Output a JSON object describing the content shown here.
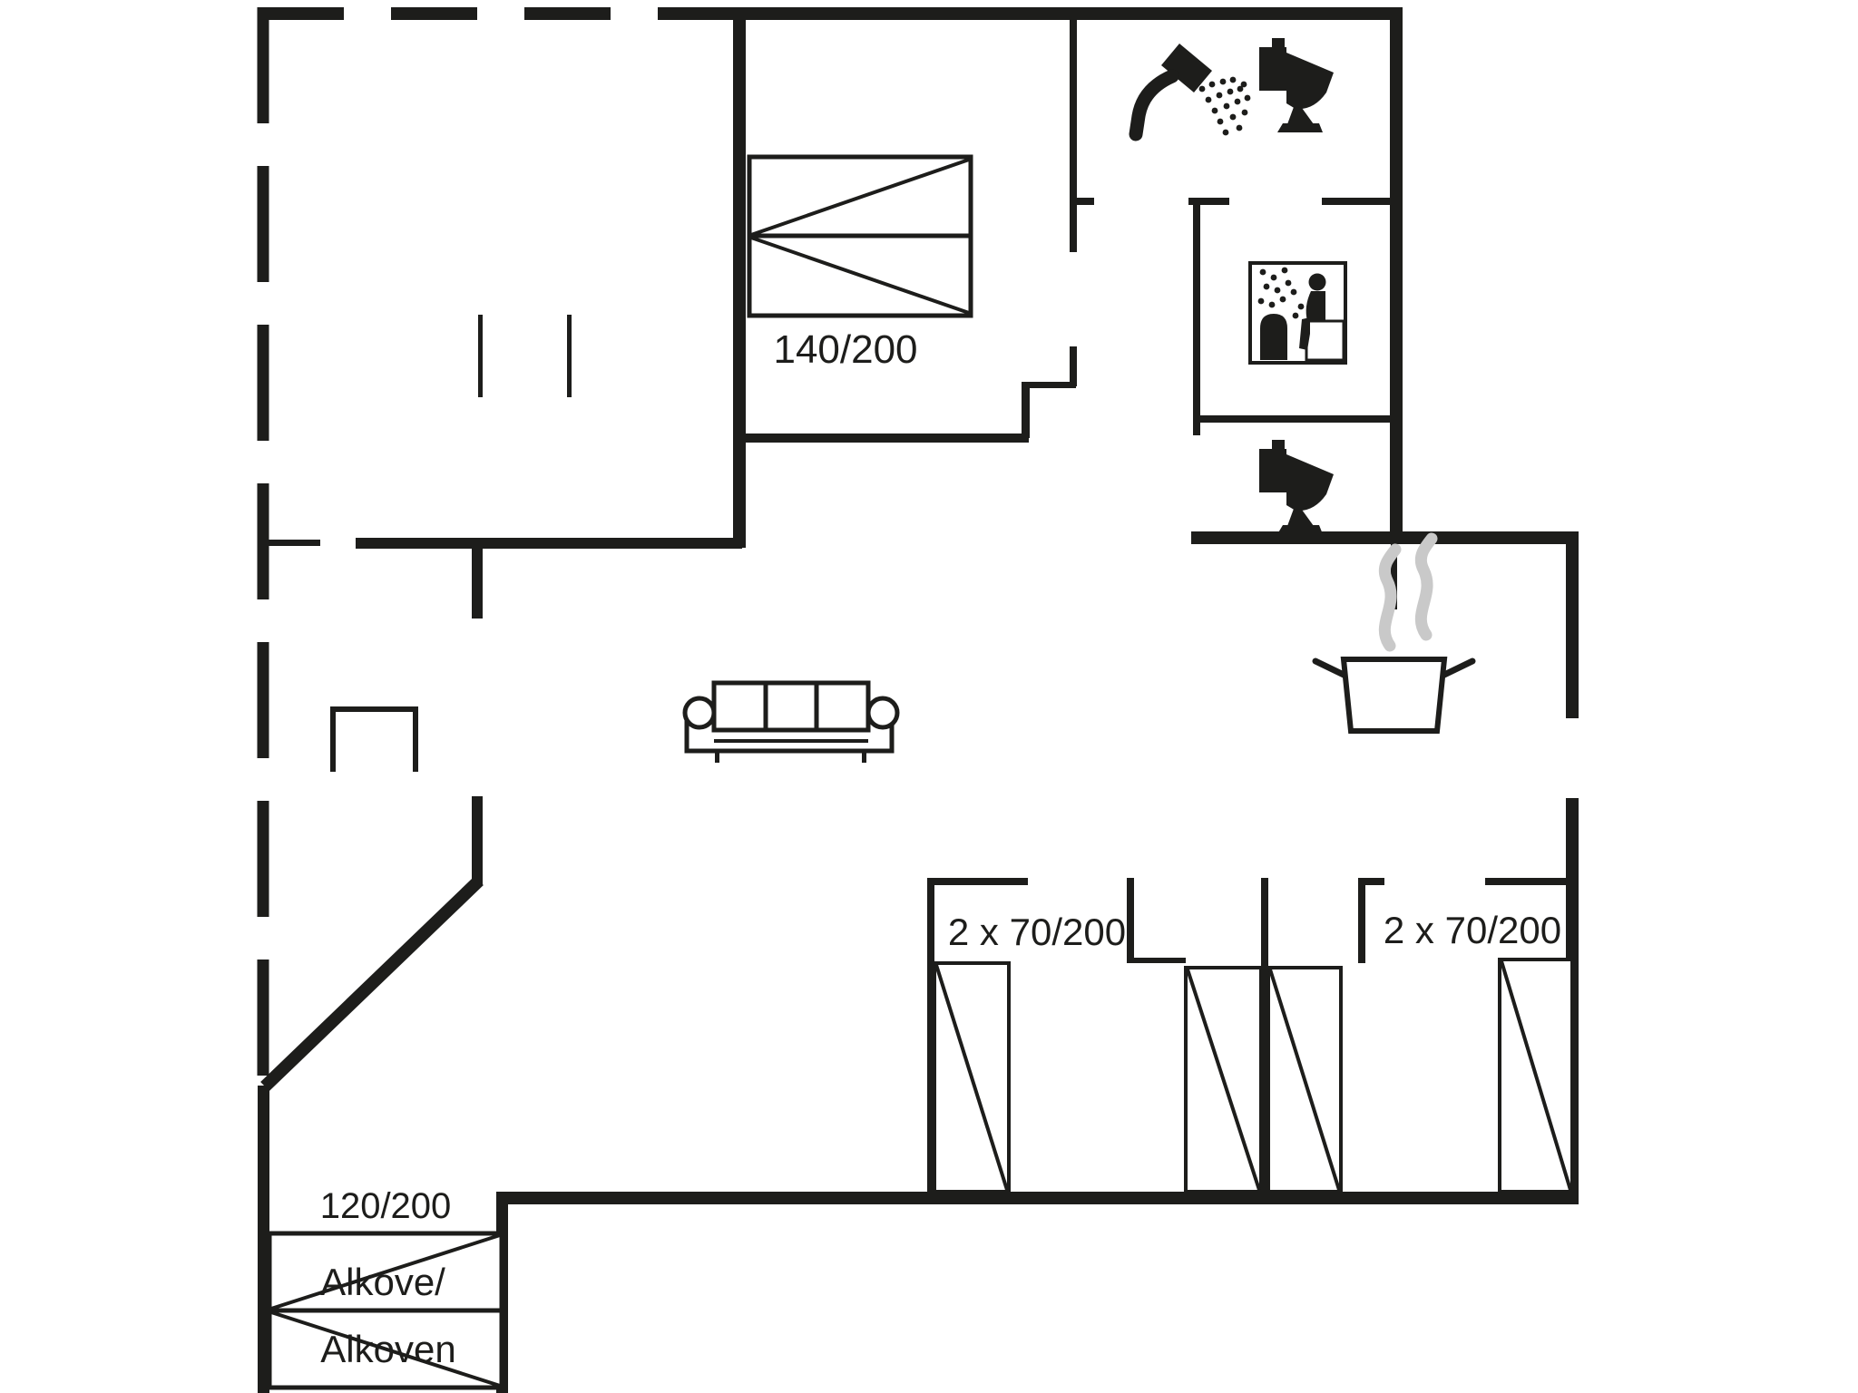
{
  "colors": {
    "wall": "#1d1d1b",
    "steam": "#c9c9c9",
    "background": "#ffffff",
    "text": "#1d1d1b"
  },
  "labels": {
    "double_bed": "140/200",
    "bunk_room_left": "2 x 70/200",
    "bunk_room_right": "2 x 70/200",
    "alcove_size": "120/200",
    "alcove_name_line1": "Alkove/",
    "alcove_name_line2": "Alkoven"
  },
  "icons": [
    "shower-icon",
    "toilet-icon",
    "sauna-icon",
    "toilet-icon",
    "cooking-pot-icon",
    "steam-icon",
    "sofa-icon",
    "terrace-chair-icon",
    "double-bed-icon",
    "bunk-bed-icon",
    "alcove-bed-icon"
  ]
}
